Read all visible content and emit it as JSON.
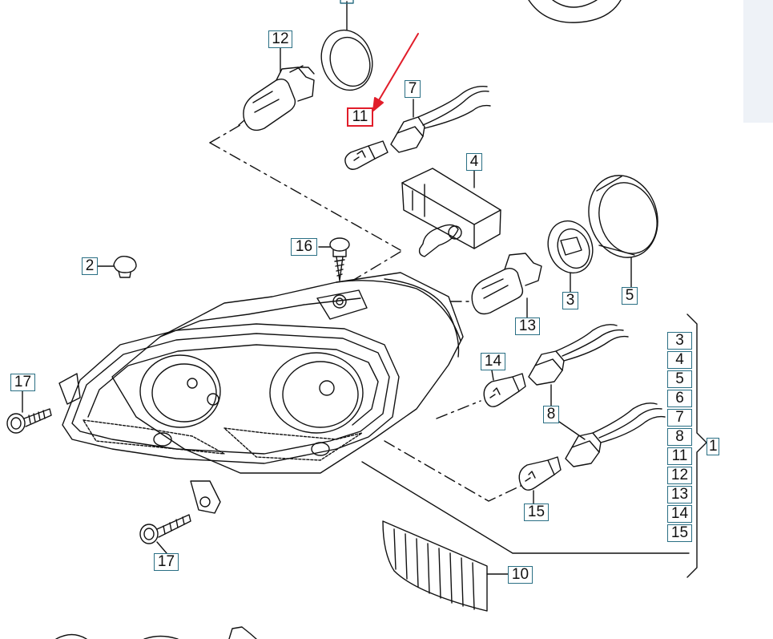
{
  "diagram": {
    "highlight_color": "#e11d2a",
    "callout_border_color": "#2a6f84",
    "line_color": "#111111",
    "highlighted_callout": "11",
    "callouts": {
      "c12": "12",
      "c7": "7",
      "c11": "11",
      "c4": "4",
      "c2": "2",
      "c16": "16",
      "c3": "3",
      "c5": "5",
      "c13": "13",
      "c17a": "17",
      "c14": "14",
      "c8": "8",
      "c15": "15",
      "c17b": "17",
      "c10": "10",
      "c1": "1"
    },
    "set_items": [
      "3",
      "4",
      "5",
      "6",
      "7",
      "8",
      "11",
      "12",
      "13",
      "14",
      "15"
    ]
  }
}
